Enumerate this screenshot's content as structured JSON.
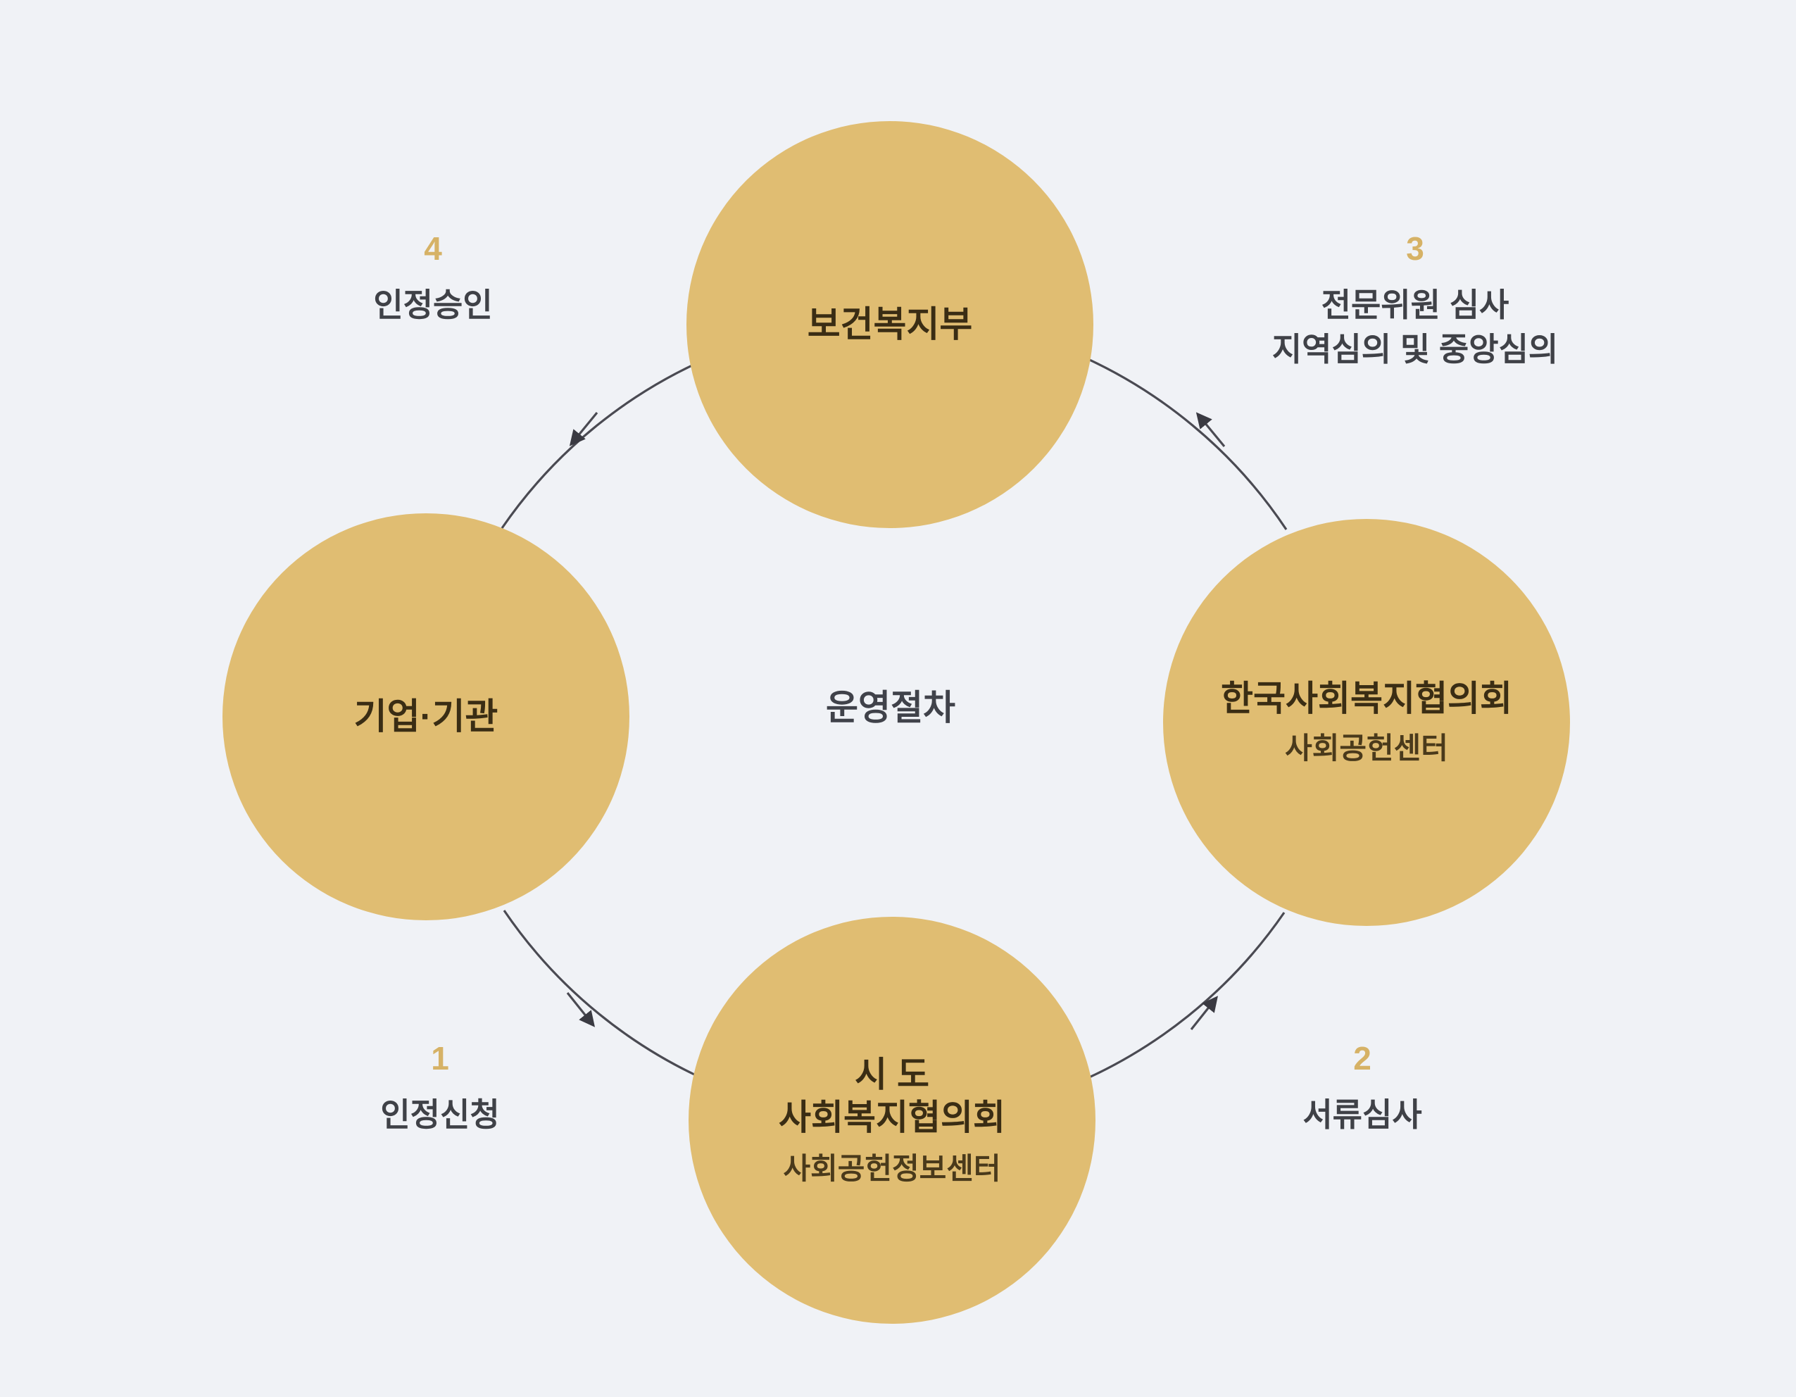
{
  "diagram": {
    "title": "운영절차",
    "center_label": "운영절차",
    "background_color": "#f0f2f6",
    "node_color": "#e0bd72",
    "number_color": "#d6b266",
    "text_color": "#3f4147",
    "connector_color": "#4a4a52"
  },
  "nodes": {
    "top": {
      "title": "보건복지부",
      "subtitle": ""
    },
    "right": {
      "title": "한국사회복지협의회",
      "subtitle": "사회공헌센터"
    },
    "bottom": {
      "title": "시 도\n사회복지협의회",
      "subtitle": "사회공헌정보센터"
    },
    "left": {
      "title": "기업·기관",
      "subtitle": ""
    }
  },
  "steps": [
    {
      "number": "1",
      "label": "인정신청",
      "from": "기업·기관",
      "to": "시 도 사회복지협의회"
    },
    {
      "number": "2",
      "label": "서류심사",
      "from": "시 도 사회복지협의회",
      "to": "한국사회복지협의회"
    },
    {
      "number": "3",
      "label": "전문위원 심사\n지역심의 및 중앙심의",
      "from": "한국사회복지협의회",
      "to": "보건복지부"
    },
    {
      "number": "4",
      "label": "인정승인",
      "from": "보건복지부",
      "to": "기업·기관"
    }
  ]
}
